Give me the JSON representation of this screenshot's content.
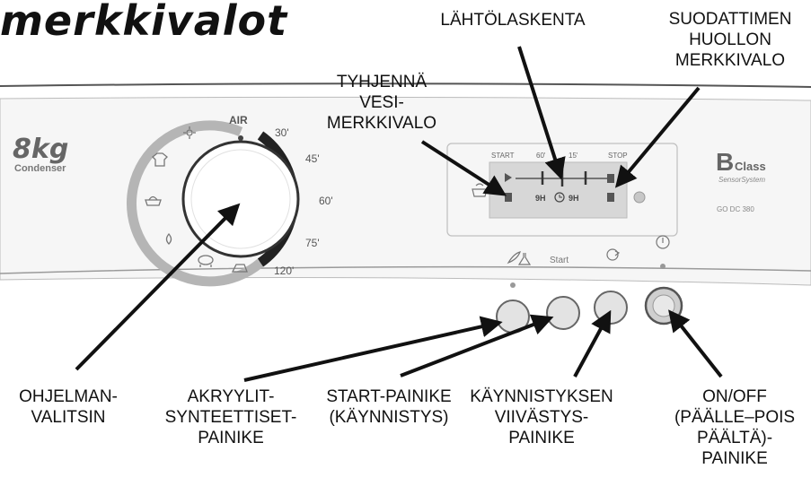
{
  "title": "merkkivalot",
  "colors": {
    "ink": "#111111",
    "panel": "#f6f6f6",
    "display": "#d7d7d7",
    "dial_dark": "#222222",
    "dial_light": "#b5b5b5",
    "button": "#e3e3e3"
  },
  "panel": {
    "capacity": "8kg",
    "subtitle": "Condenser",
    "brand_b": "B",
    "brand_class": "Class",
    "brand_sensor": "SensorSystem",
    "model": "GO DC 380",
    "start_label": "Start"
  },
  "dial": {
    "air": "AIR",
    "times": [
      "30'",
      "45'",
      "60'",
      "75'",
      "120'"
    ]
  },
  "display": {
    "labels": [
      "START",
      "60'",
      "15'",
      "STOP"
    ],
    "delay_left": "9H",
    "delay_right": "9H"
  },
  "callouts": {
    "lahtolaskenta": [
      "LÄHTÖLASKENTA"
    ],
    "suodattimen": [
      "SUODATTIMEN",
      "HUOLLON",
      "MERKKIVALO"
    ],
    "tyhjenna": [
      "TYHJENNÄ",
      "VESI-",
      "MERKKIVALO"
    ],
    "ohjelmanvalitsin": [
      "OHJELMAN-",
      "VALITSIN"
    ],
    "akryylit": [
      "AKRYYLIT-",
      "SYNTEETTISET-",
      "PAINIKE"
    ],
    "start_painike": [
      "START-PAINIKE",
      "(KÄYNNISTYS)"
    ],
    "kaynnistyksen": [
      "KÄYNNISTYKSEN",
      "VIIVÄSTYS-",
      "PAINIKE"
    ],
    "onoff": [
      "ON/OFF",
      "(PÄÄLLE–POIS",
      "PÄÄLTÄ)-",
      "PAINIKE"
    ]
  }
}
